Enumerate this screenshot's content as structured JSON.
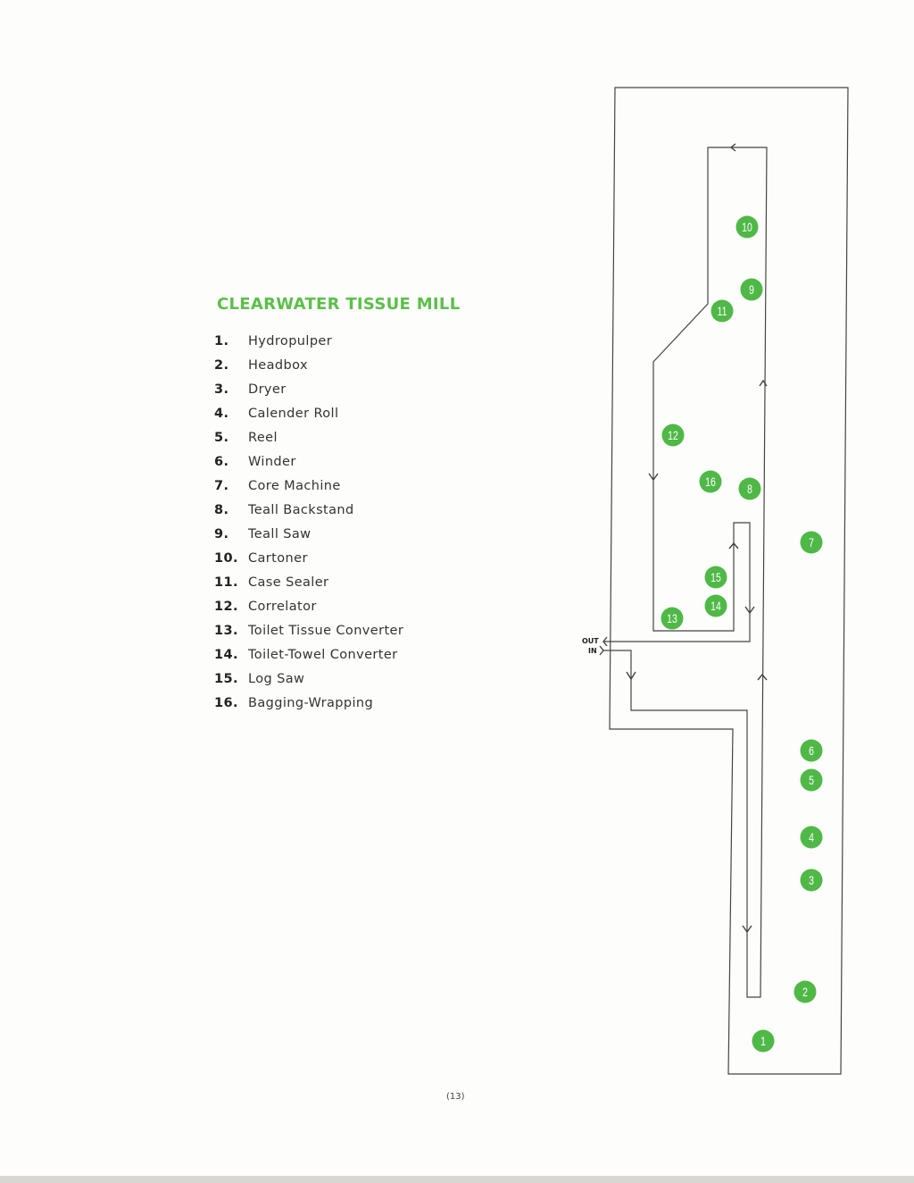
{
  "title": "CLEARWATER TISSUE MILL",
  "legend": [
    {
      "num": "1.",
      "label": "Hydropulper"
    },
    {
      "num": "2.",
      "label": "Headbox"
    },
    {
      "num": "3.",
      "label": "Dryer"
    },
    {
      "num": "4.",
      "label": "Calender Roll"
    },
    {
      "num": "5.",
      "label": "Reel"
    },
    {
      "num": "6.",
      "label": "Winder"
    },
    {
      "num": "7.",
      "label": "Core Machine"
    },
    {
      "num": "8.",
      "label": "Teall Backstand"
    },
    {
      "num": "9.",
      "label": "Teall Saw"
    },
    {
      "num": "10.",
      "label": "Cartoner"
    },
    {
      "num": "11.",
      "label": "Case Sealer"
    },
    {
      "num": "12.",
      "label": "Correlator"
    },
    {
      "num": "13.",
      "label": "Toilet Tissue Converter"
    },
    {
      "num": "14.",
      "label": "Toilet-Towel Converter"
    },
    {
      "num": "15.",
      "label": "Log Saw"
    },
    {
      "num": "16.",
      "label": "Bagging-Wrapping"
    }
  ],
  "diagram": {
    "out_label": "OUT",
    "in_label": "IN",
    "markers": [
      "1",
      "2",
      "3",
      "4",
      "5",
      "6",
      "7",
      "8",
      "9",
      "10",
      "11",
      "12",
      "13",
      "14",
      "15",
      "16"
    ],
    "marker_color": "#4fb847"
  },
  "page_number": "(13)"
}
